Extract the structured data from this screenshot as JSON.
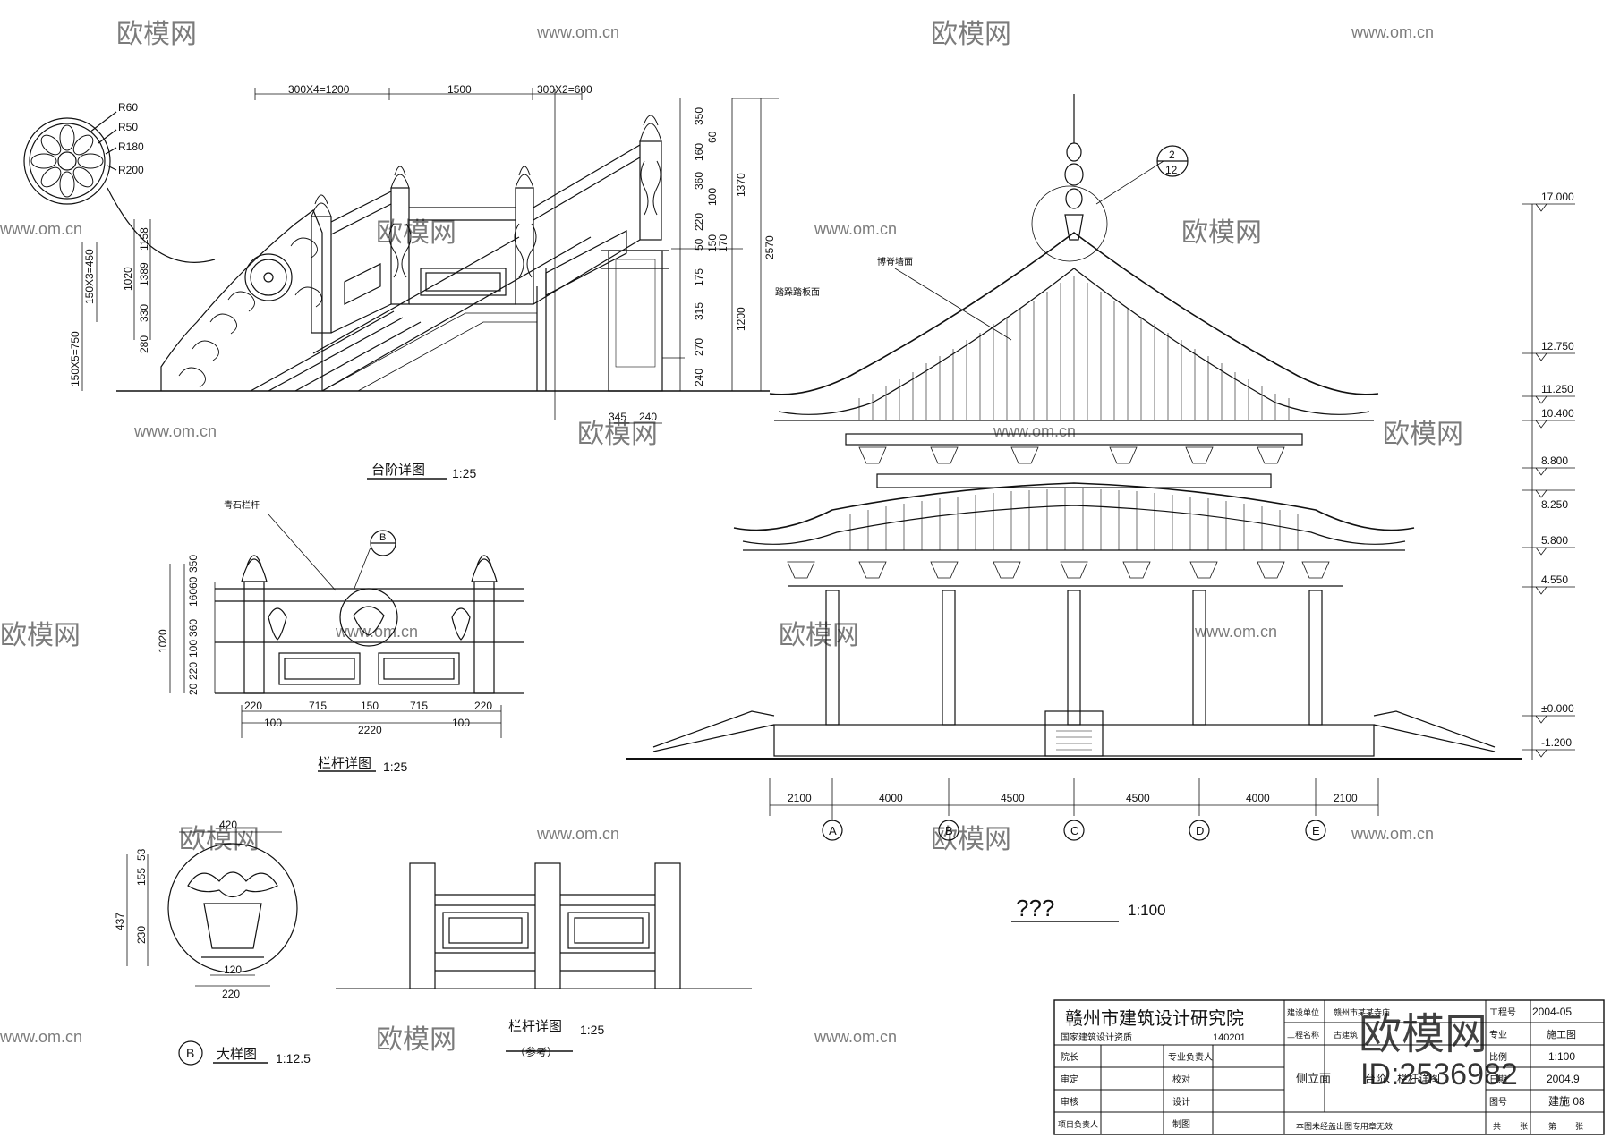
{
  "watermark": {
    "cn": "欧模网",
    "url": "www.om.cn",
    "corner_logo": "欧模网",
    "corner_id": "ID:2536982"
  },
  "step_detail": {
    "title": "台阶详图",
    "scale": "1:25",
    "dims_top": [
      "300X4=1200",
      "1500",
      "300X2=600"
    ],
    "dims_left": [
      "150X5=750",
      "150X3=450"
    ],
    "dims_left2": [
      "1020",
      "1158",
      "1389",
      "330",
      "280"
    ],
    "dims_right": [
      "350",
      "60",
      "160",
      "360",
      "100",
      "220",
      "50",
      "150",
      "170",
      "175",
      "315",
      "270",
      "240"
    ],
    "dims_right2": [
      "1370",
      "1200",
      "2570"
    ],
    "dims_bottom": [
      "345",
      "240"
    ],
    "rosette_labels": [
      "R60",
      "R50",
      "R180",
      "R200"
    ],
    "note_right": "踏跺踏板面"
  },
  "railing_detail": {
    "title": "栏杆详图",
    "scale": "1:25",
    "callout_text": "青石栏杆",
    "callout_ref": "B",
    "dims_bottom": [
      "220",
      "715",
      "150",
      "715",
      "220"
    ],
    "dims_bottom2": [
      "100",
      "2220",
      "100"
    ],
    "dims_left": [
      "1020"
    ],
    "dims_left2": [
      "350",
      "60",
      "160",
      "360",
      "100",
      "220",
      "20"
    ]
  },
  "detail_b": {
    "ref": "B",
    "title": "大样图",
    "scale": "1:12.5",
    "dims": [
      "420",
      "437",
      "155",
      "53",
      "230",
      "120",
      "220"
    ]
  },
  "railing_ref": {
    "title": "栏杆详图",
    "scale": "1:25",
    "note": "（参考）"
  },
  "elevation": {
    "title": "???",
    "scale": "1:100",
    "callout_num": "2",
    "callout_den": "12",
    "note": "博脊墙面",
    "levels": [
      "17.000",
      "12.750",
      "11.250",
      "10.400",
      "8.800",
      "8.250",
      "5.800",
      "4.550",
      "±0.000",
      "-1.200"
    ],
    "bay_dims": [
      "2100",
      "4000",
      "4500",
      "4500",
      "4000",
      "2100"
    ],
    "axes": [
      "A",
      "B",
      "C",
      "D",
      "E"
    ]
  },
  "title_block": {
    "institute": "赣州市建筑设计研究院",
    "sub_left": "国家建筑设计资质",
    "cert_no": "140201",
    "row_labels": [
      "院长",
      "审定",
      "审核",
      "项目负责人"
    ],
    "row_labels2": [
      "专业负责人",
      "校对",
      "设计",
      "制图"
    ],
    "project_label": "建设单位",
    "project_name": "赣州市某某寺庙",
    "subproject_label": "工程名称",
    "subproject_name": "古建筑",
    "drawing_name": "侧立面",
    "drawing_sub": "台阶、栏杆详图",
    "right_labels": [
      "工程号",
      "专业",
      "比例",
      "日期",
      "图号"
    ],
    "date": "2004-05",
    "stage": "施工图",
    "scale": "1:100",
    "date2": "2004.9",
    "sheet_no": "建施 08",
    "note": "本图未经盖出图专用章无效",
    "signature_row": [
      "共",
      "张",
      "第",
      "张"
    ]
  }
}
